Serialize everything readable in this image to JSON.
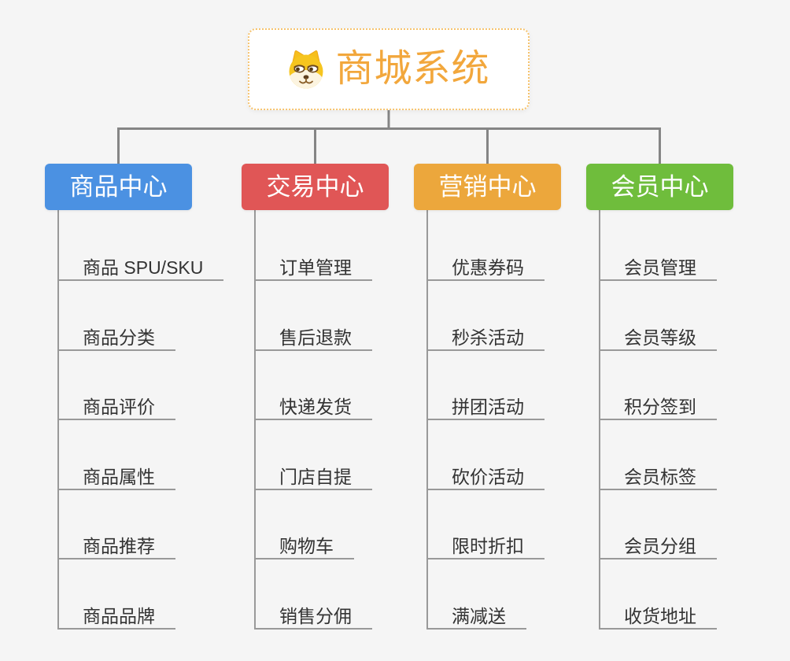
{
  "root": {
    "title": "商城系统",
    "icon": "doge-icon"
  },
  "branches": [
    {
      "label": "商品中心",
      "color": "#4B91E2",
      "items": [
        "商品 SPU/SKU",
        "商品分类",
        "商品评价",
        "商品属性",
        "商品推荐",
        "商品品牌"
      ]
    },
    {
      "label": "交易中心",
      "color": "#E05656",
      "items": [
        "订单管理",
        "售后退款",
        "快递发货",
        "门店自提",
        "购物车",
        "销售分佣"
      ]
    },
    {
      "label": "营销中心",
      "color": "#ECA73C",
      "items": [
        "优惠券码",
        "秒杀活动",
        "拼团活动",
        "砍价活动",
        "限时折扣",
        "满减送"
      ]
    },
    {
      "label": "会员中心",
      "color": "#6FBD3C",
      "items": [
        "会员管理",
        "会员等级",
        "积分签到",
        "会员标签",
        "会员分组",
        "收货地址"
      ]
    }
  ],
  "colors": {
    "background": "#F5F5F5",
    "root_background": "#FFFFFF",
    "root_border": "#F6C36E",
    "root_text": "#F2A73C",
    "branch_text": "#FFFFFF",
    "connector": "#858585",
    "leaf_line": "#999999",
    "leaf_text": "#333333"
  }
}
